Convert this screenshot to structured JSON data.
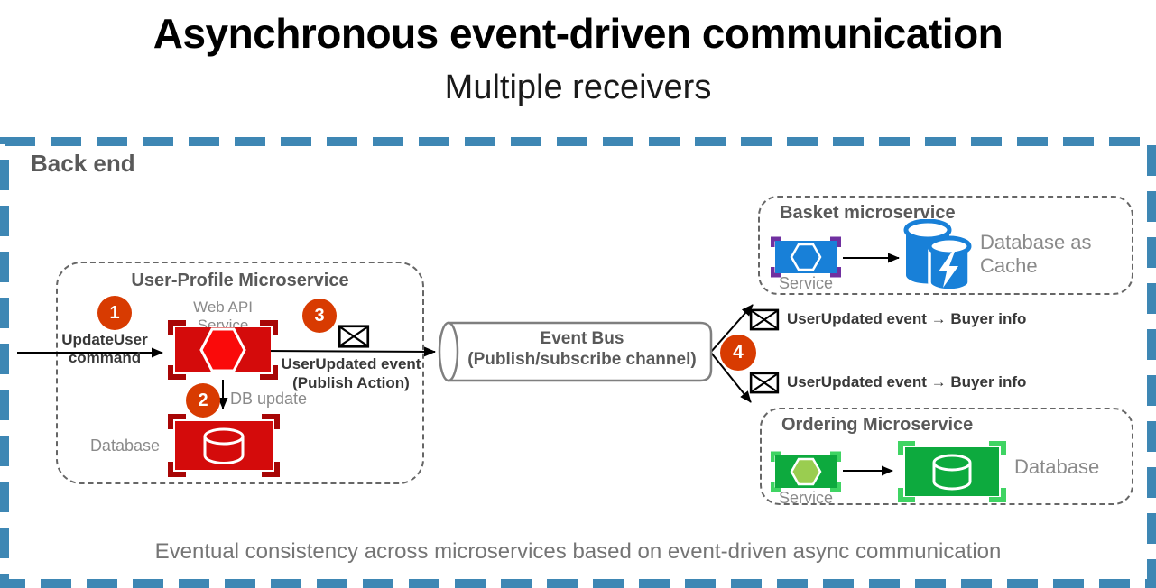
{
  "title": "Asynchronous event-driven communication",
  "subtitle": "Multiple receivers",
  "backend": {
    "label": "Back end"
  },
  "user_profile": {
    "title": "User-Profile Microservice",
    "badge_step1": "1",
    "command_line1": "UpdateUser",
    "command_line2": "command",
    "web_api_label": "Web API Service",
    "badge_step2": "2",
    "db_update_label": "DB update",
    "database_label": "Database",
    "badge_step3": "3",
    "event_line1": "UserUpdated event",
    "event_line2": "(Publish Action)"
  },
  "event_bus": {
    "title": "Event Bus",
    "subtitle": "(Publish/subscribe channel)",
    "badge_step4": "4"
  },
  "messages": [
    {
      "label": "UserUpdated event → Buyer info"
    },
    {
      "label": "UserUpdated event → Buyer info"
    }
  ],
  "basket": {
    "title": "Basket microservice",
    "service_label": "Service",
    "db_line1": "Database as",
    "db_line2": "Cache"
  },
  "ordering": {
    "title": "Ordering Microservice",
    "service_label": "Service",
    "db_label": "Database"
  },
  "footer": "Eventual consistency across microservices based on event-driven async communication",
  "icons": {
    "envelope": "envelope-icon",
    "event_bus": "event-bus-cylinder",
    "web_api": "web-api-service-icon",
    "database_red": "database-icon",
    "service_blue": "service-icon",
    "service_green": "service-icon",
    "redis_cache": "database-as-cache-icon",
    "database_green": "database-icon"
  },
  "colors": {
    "border_blue": "#3E87B4",
    "badge_orange": "#D83B01",
    "red_main": "#D40B0B",
    "red_bracket": "#A80606",
    "red_hex": "#FA0A0A",
    "blue_main": "#1880D8",
    "purple_bracket": "#7030A0",
    "green_main": "#0DAA3E",
    "green_hex": "#9ACD50",
    "green_bracket": "#3FD463",
    "gray_heading": "#595959",
    "gray_label": "#8A8A8A",
    "dark_label": "#383838",
    "footer_gray": "#757575",
    "arrow_black": "#000000"
  }
}
